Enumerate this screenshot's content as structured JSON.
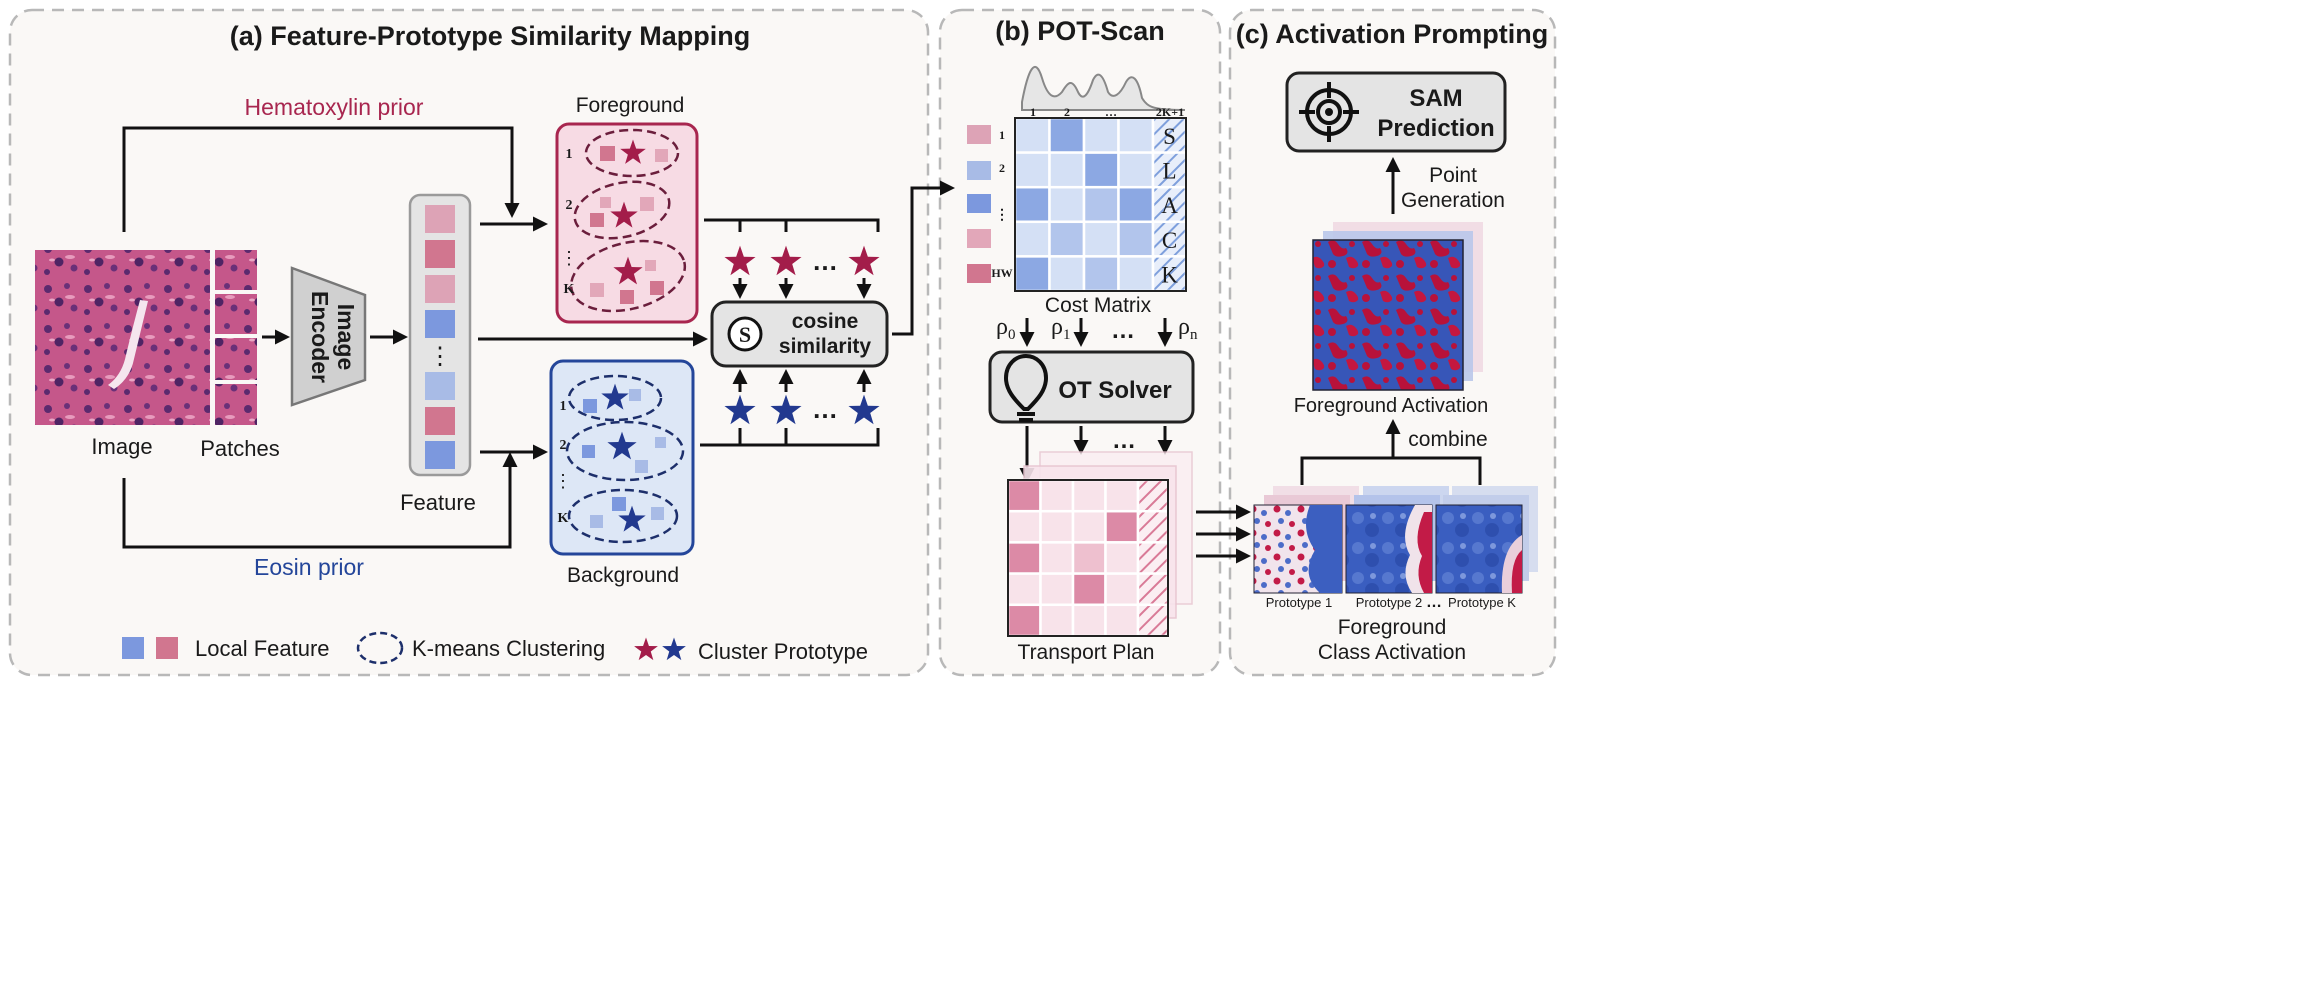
{
  "panels": {
    "a": {
      "title": "(a) Feature-Prototype Similarity Mapping"
    },
    "b": {
      "title": "(b) POT-Scan"
    },
    "c": {
      "title": "(c) Activation Prompting"
    }
  },
  "panel_a": {
    "hematoxylin_prior": "Hematoxylin prior",
    "eosin_prior": "Eosin prior",
    "image_label": "Image",
    "patches_label": "Patches",
    "encoder_line1": "Image",
    "encoder_line2": "Encoder",
    "feature_label": "Feature",
    "foreground_label": "Foreground",
    "background_label": "Background",
    "cluster_idx": [
      "1",
      "2",
      "K"
    ],
    "cosine_line1": "cosine",
    "cosine_line2": "similarity",
    "s_symbol": "S",
    "dots": "…",
    "vdots": "⋮"
  },
  "legend": {
    "local_feature": "Local Feature",
    "kmeans": "K-means Clustering",
    "prototype": "Cluster Prototype"
  },
  "panel_b": {
    "col_labels": [
      "1",
      "2",
      "…",
      "2K+1"
    ],
    "row_labels": [
      "1",
      "2",
      "⋮",
      "HW"
    ],
    "slack": [
      "S",
      "L",
      "A",
      "C",
      "K"
    ],
    "cost_matrix_label": "Cost Matrix",
    "rho": [
      "ρ",
      "ρ",
      "ρ"
    ],
    "rho_sub": [
      "0",
      "1",
      "n"
    ],
    "ot_solver": "OT Solver",
    "transport_plan_label": "Transport Plan",
    "dots": "…"
  },
  "panel_c": {
    "sam_line1": "SAM",
    "sam_line2": "Prediction",
    "point_line1": "Point",
    "point_line2": "Generation",
    "foreground_activation": "Foreground Activation",
    "combine": "combine",
    "prototypes": [
      "Prototype 1",
      "Prototype 2",
      "Prototype K"
    ],
    "fca_line1": "Foreground",
    "fca_line2": "Class Activation",
    "dots": "…"
  },
  "colors": {
    "pink_box": "#f7dbe4",
    "pink_border": "#a8264f",
    "blue_box": "#dde7f6",
    "blue_border": "#24469a",
    "red_star": "#a31d4a",
    "blue_star": "#22398f",
    "hematoxylin_text": "#a8264f",
    "eosin_text": "#24469a",
    "panel_bg": "#faf8f6"
  }
}
